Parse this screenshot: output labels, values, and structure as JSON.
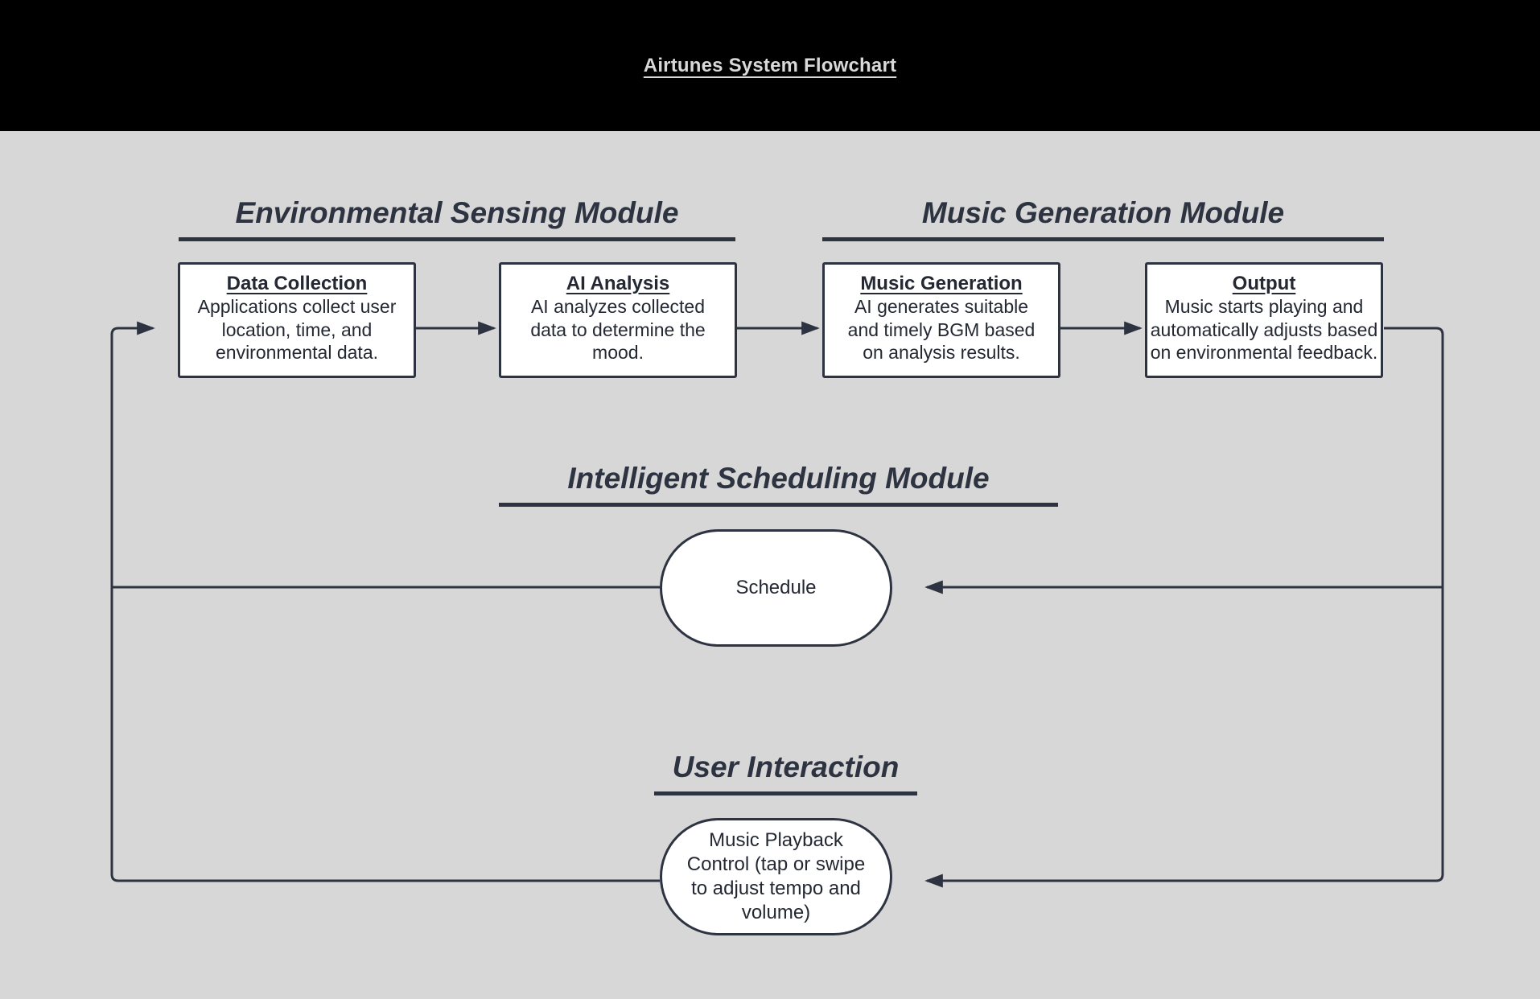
{
  "theme": {
    "bg": "#000000",
    "surface": "#d7d7d7",
    "line": "#2d3340",
    "node-fill": "#ffffff",
    "node-text": "#232833",
    "title-text": "#d9d9d9"
  },
  "header": {
    "title": "Airtunes System Flowchart"
  },
  "sections": [
    {
      "id": "environmental-sensing",
      "title": "Environmental Sensing Module"
    },
    {
      "id": "music-generation",
      "title": "Music Generation Module"
    },
    {
      "id": "intelligent-scheduling",
      "title": "Intelligent Scheduling Module"
    },
    {
      "id": "user-interaction",
      "title": "User Interaction"
    }
  ],
  "nodes": {
    "data_collection": {
      "title": "Data Collection",
      "body": "Applications collect user location, time, and environmental data."
    },
    "ai_analysis": {
      "title": "AI Analysis",
      "body": "AI analyzes collected data to determine the mood."
    },
    "music_generation": {
      "title": "Music Generation",
      "body": "AI generates suitable and timely BGM based on analysis results."
    },
    "output": {
      "title": "Output",
      "body": "Music starts playing and automatically adjusts based on environmental feedback."
    },
    "schedule": {
      "label": "Schedule"
    },
    "music_playback": {
      "label": "Music Playback Control (tap or swipe to adjust tempo and volume)"
    }
  }
}
